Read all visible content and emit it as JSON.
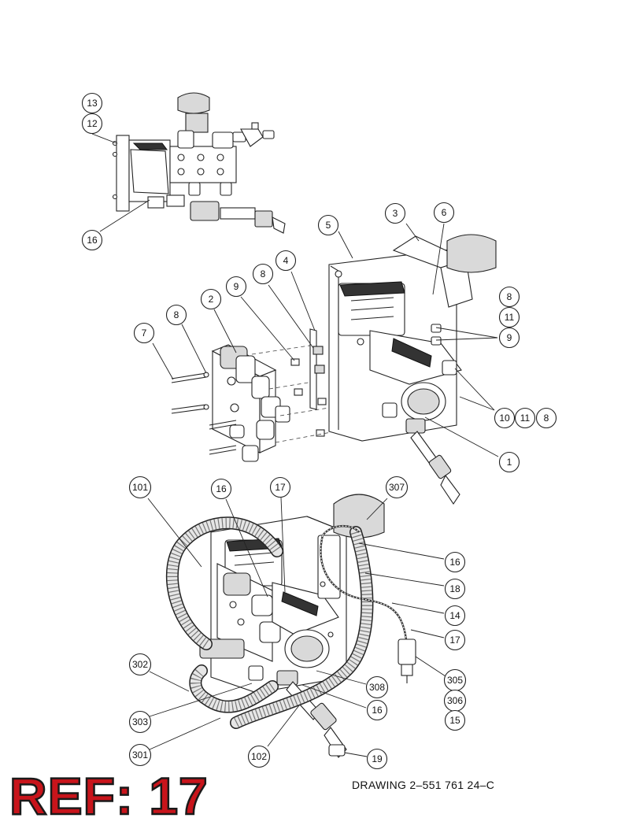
{
  "drawing_number": "DRAWING  2–551 761 24–C",
  "ref_label": "REF: 17",
  "colors": {
    "ref_fill": "#c8141b",
    "ref_outline": "#1a1a1a",
    "line": "#222222"
  },
  "callouts": {
    "c13": "13",
    "c12": "12",
    "c16_top": "16",
    "c5": "5",
    "c3": "3",
    "c6": "6",
    "c4": "4",
    "c8_mid": "8",
    "c9_mid": "9",
    "c2": "2",
    "c8_left": "8",
    "c7": "7",
    "c8_right": "8",
    "c11_right": "11",
    "c9_right": "9",
    "c10": "10",
    "c11_bottom": "11",
    "c8_bottom": "8",
    "c1": "1",
    "c101": "101",
    "c16_lower": "16",
    "c17_lower": "17",
    "c307": "307",
    "c16_side": "16",
    "c18": "18",
    "c14": "14",
    "c17_side": "17",
    "c305": "305",
    "c306": "306",
    "c15": "15",
    "c302": "302",
    "c308": "308",
    "c16_bottom": "16",
    "c303": "303",
    "c301": "301",
    "c102": "102",
    "c19": "19"
  }
}
